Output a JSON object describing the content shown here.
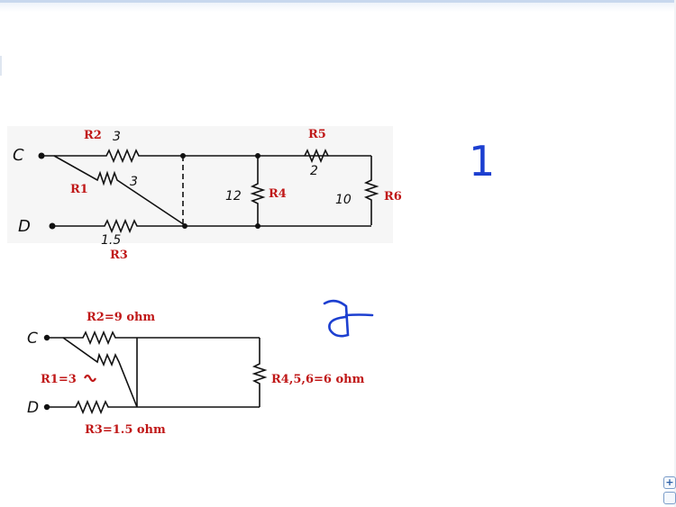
{
  "diagram1": {
    "node_c": "C",
    "node_d": "D",
    "r1_label": "R1",
    "r1_value": "3",
    "r2_label": "R2",
    "r2_value": "3",
    "r3_label": "R3",
    "r3_value": "1.5",
    "r4_label": "R4",
    "r4_value": "12",
    "r5_label": "R5",
    "r5_value": "2",
    "r6_label": "R6",
    "r6_value": "10",
    "annotation": "1"
  },
  "diagram2": {
    "node_c": "C",
    "node_d": "D",
    "r2_label": "R2=9 ohm",
    "r1_label": "R1=3",
    "r3_label": "R3=1.5 ohm",
    "r456_label": "R4,5,6=6 ohm",
    "annotation": "a"
  },
  "colors": {
    "label_red": "#c01818",
    "ink_blue": "#1c3fd0",
    "wire": "#111111"
  },
  "icons": [
    "zoom-in-icon",
    "zoom-out-icon"
  ]
}
